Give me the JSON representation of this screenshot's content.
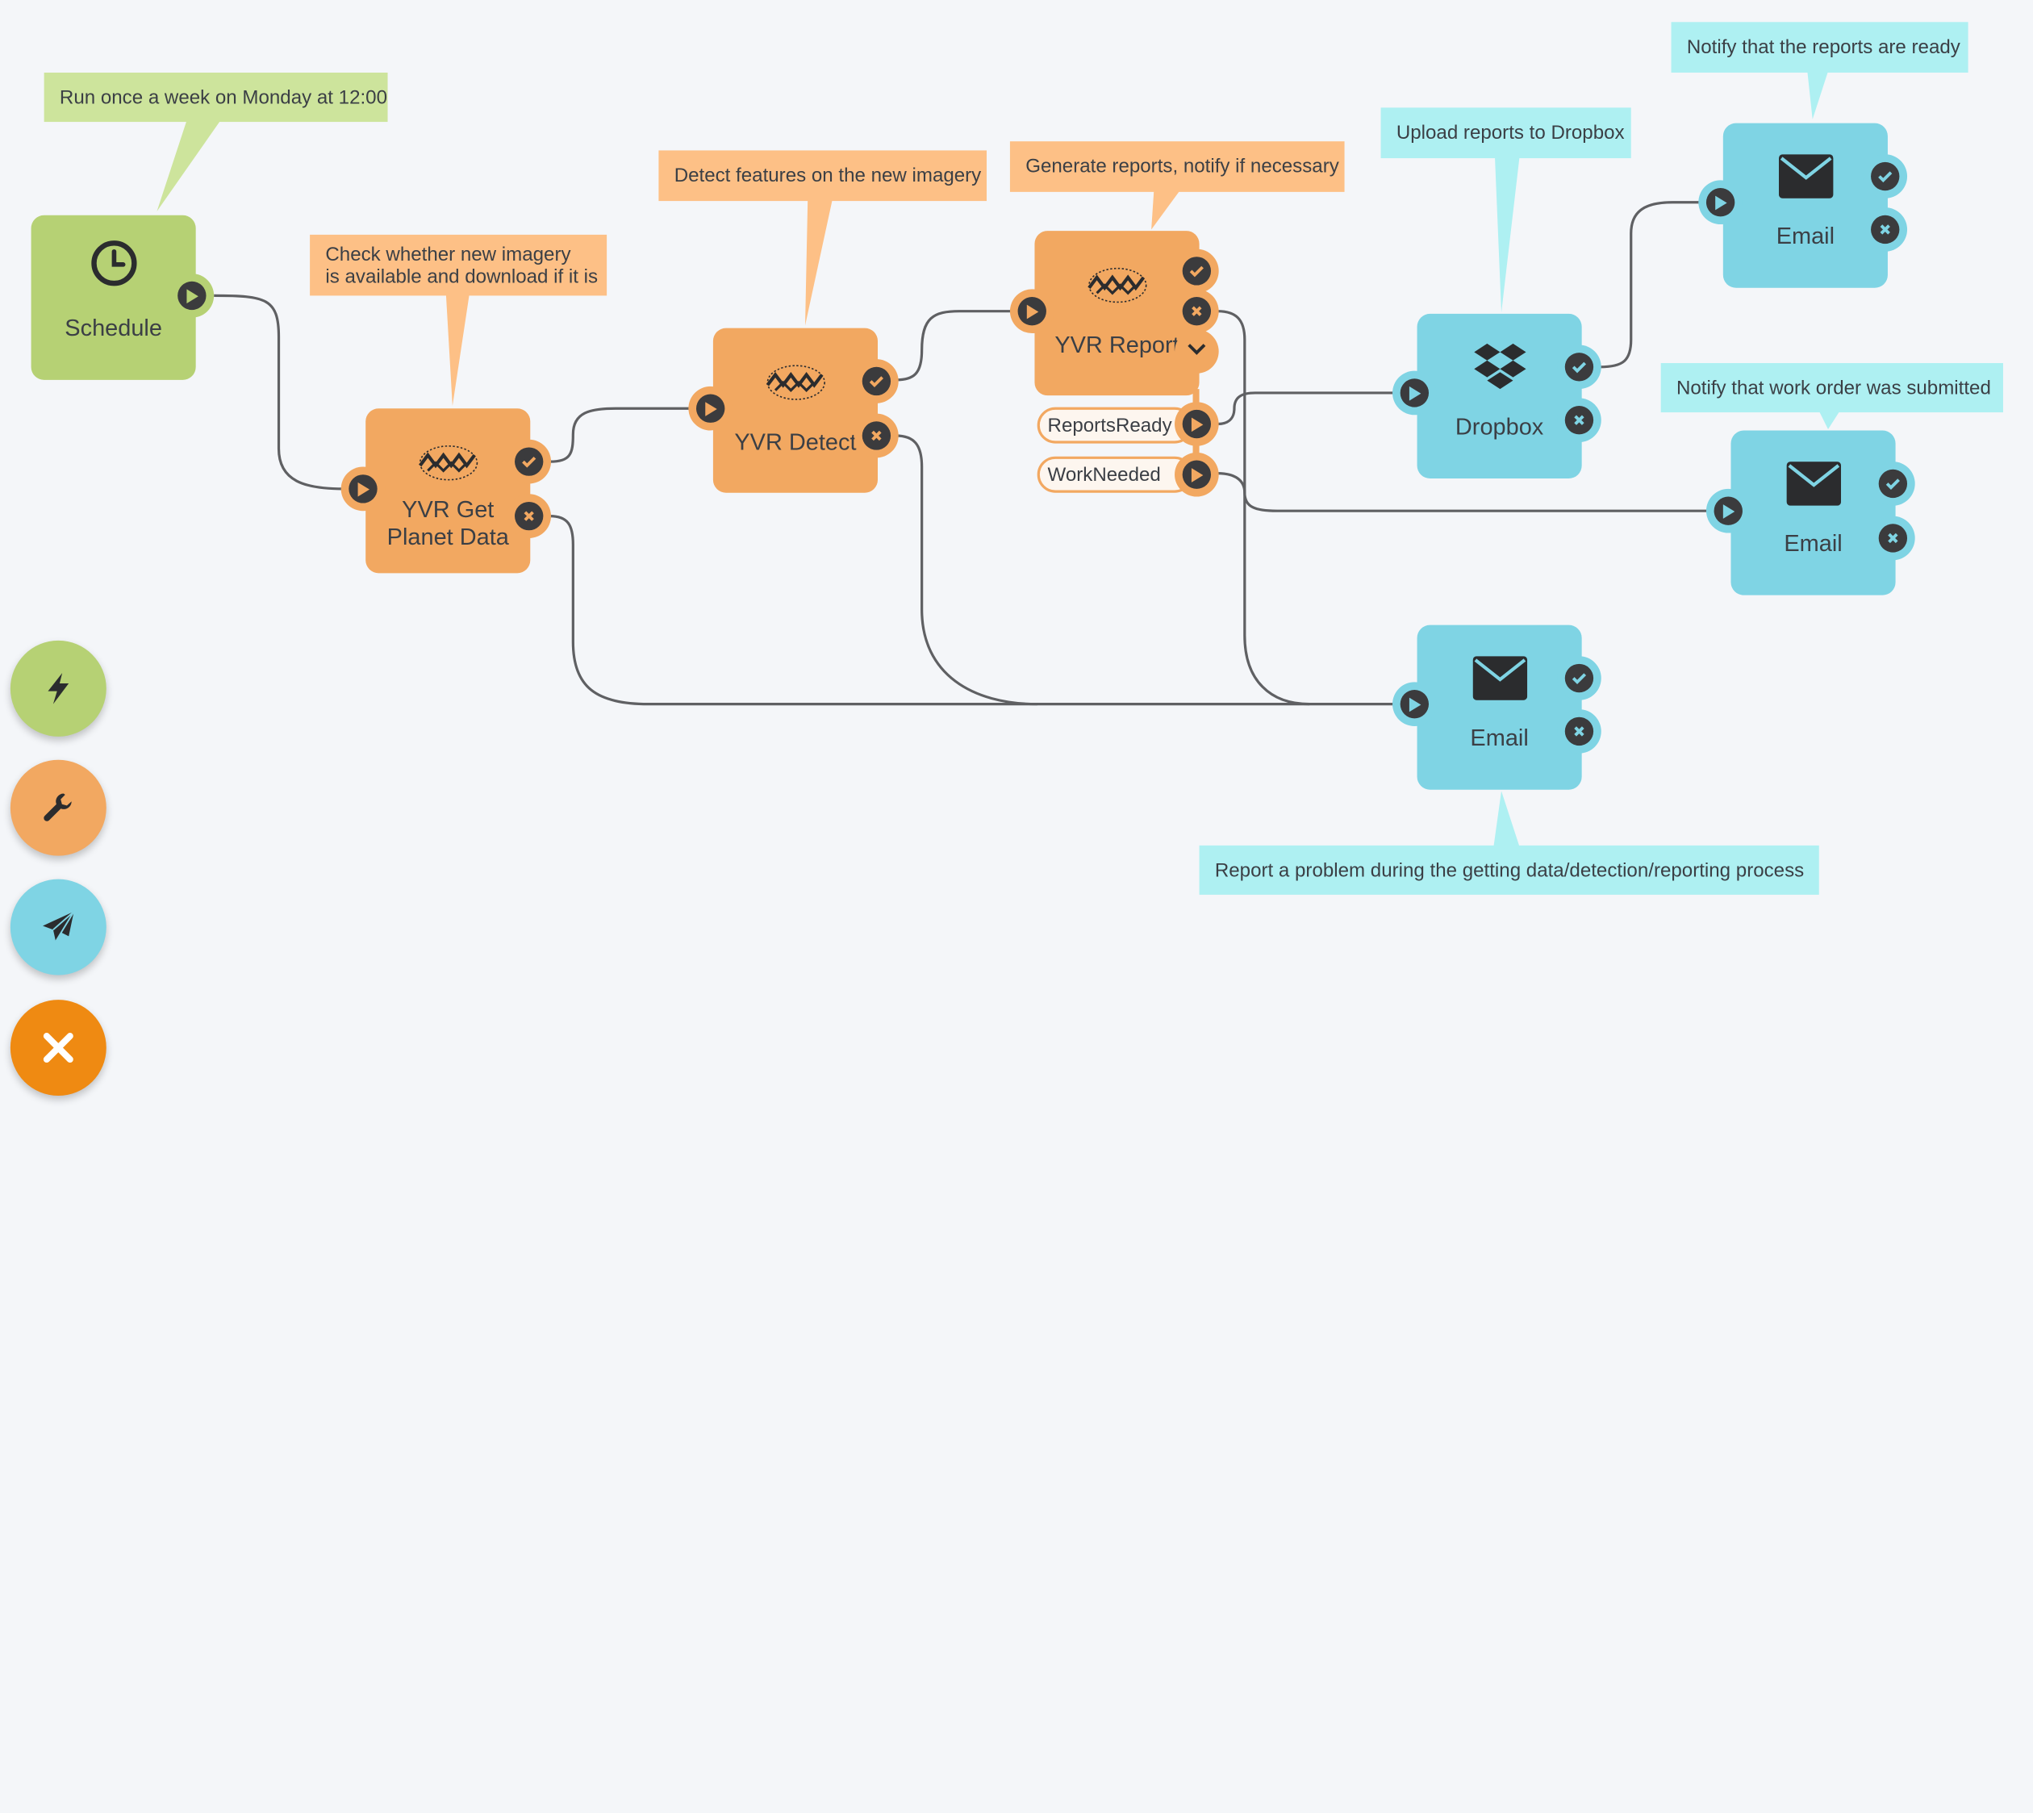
{
  "nodes": {
    "schedule": {
      "label": "Schedule",
      "icon": "clock-icon"
    },
    "get_data": {
      "label_line1": "YVR Get",
      "label_line2": "Planet  Data",
      "icon": "fme-logo-icon"
    },
    "detect": {
      "label": "YVR Detect",
      "icon": "fme-logo-icon"
    },
    "report": {
      "label": "YVR Report",
      "icon": "fme-logo-icon",
      "outputs": [
        "ReportsReady",
        "WorkNeeded"
      ]
    },
    "dropbox": {
      "label": "Dropbox",
      "icon": "dropbox-icon"
    },
    "email_ready": {
      "label": "Email",
      "icon": "envelope-icon"
    },
    "email_work": {
      "label": "Email",
      "icon": "envelope-icon"
    },
    "email_problem": {
      "label": "Email",
      "icon": "envelope-icon"
    }
  },
  "annotations": {
    "schedule": "Run once a week on Monday at 12:00",
    "get_data_line1": "Check whether new imagery",
    "get_data_line2": "is available and download if it is",
    "detect": "Detect features on the new imagery",
    "report": "Generate reports, notify if necessary",
    "dropbox": "Upload reports to Dropbox",
    "email_ready": "Notify that the reports are ready",
    "email_work": "Notify that work order was submitted",
    "email_problem": "Report a problem during the getting data/detection/reporting process"
  },
  "toolbar": [
    {
      "name": "triggers-button",
      "icon": "lightning-bolt-icon",
      "color": "#b6d174"
    },
    {
      "name": "transformations-button",
      "icon": "wrench-icon",
      "color": "#f2a861"
    },
    {
      "name": "actions-button",
      "icon": "paper-plane-icon",
      "color": "#7fd4e4"
    },
    {
      "name": "close-button",
      "icon": "close-icon",
      "color": "#ef8a12"
    }
  ],
  "colors": {
    "trigger": "#b6d174",
    "transformer": "#f2a861",
    "action": "#7fd4e4",
    "port": "#3b3b3d",
    "wire": "#5f6063",
    "background": "#f4f6f9"
  }
}
